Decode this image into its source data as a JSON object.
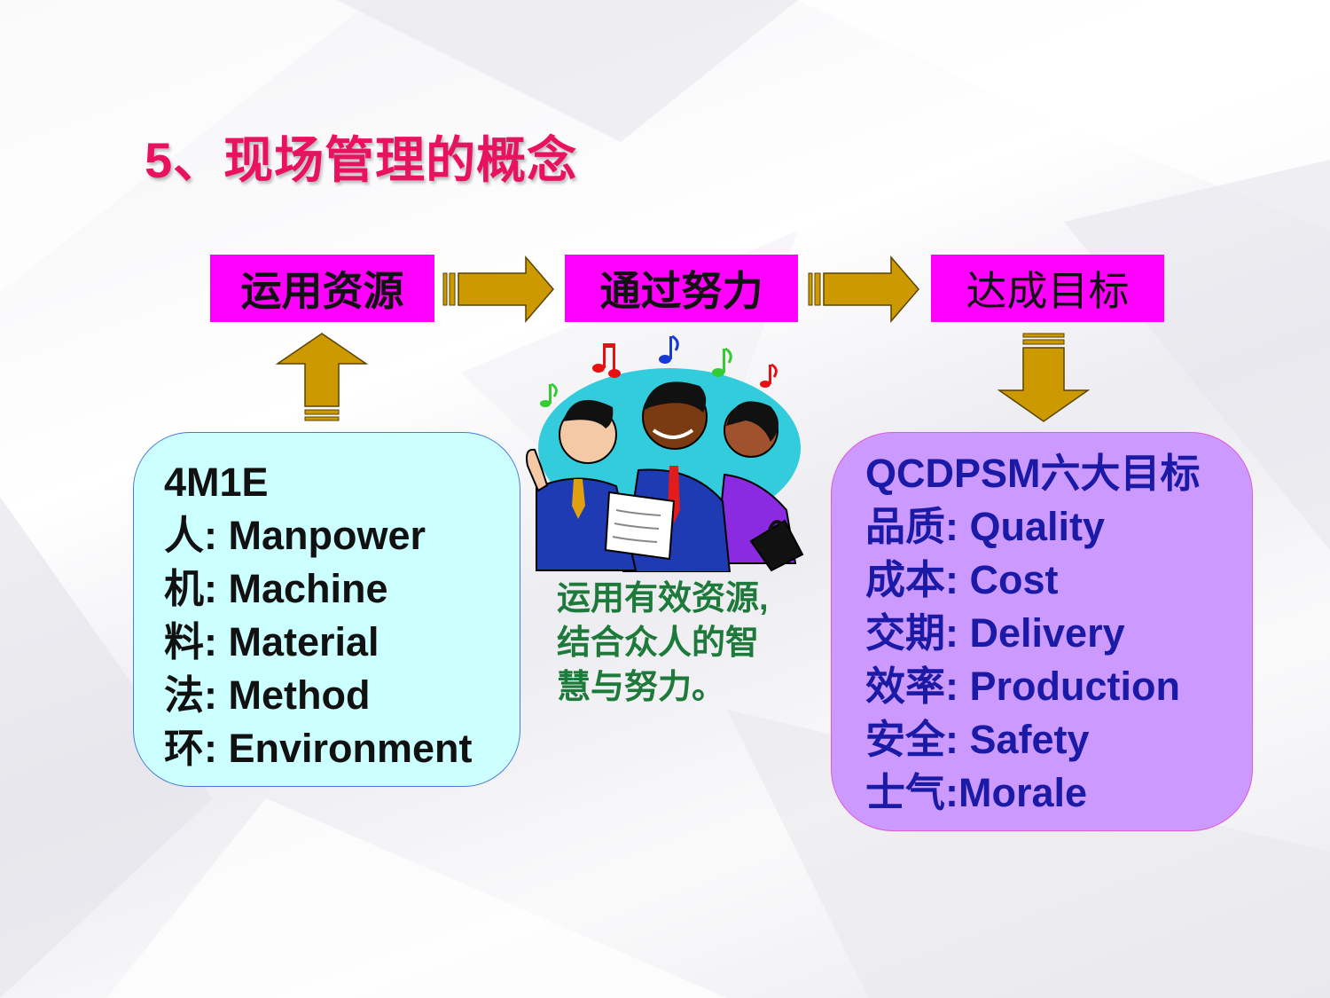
{
  "title": "5、现场管理的概念",
  "flow": {
    "step1": "运用资源",
    "step2": "通过努力",
    "step3": "达成目标"
  },
  "left_panel": {
    "lines": [
      "4M1E",
      "人: Manpower",
      "机: Machine",
      "料: Material",
      "法: Method",
      "环: Environment"
    ]
  },
  "right_panel": {
    "lines": [
      "QCDPSM六大目标",
      "品质: Quality",
      "成本: Cost",
      "交期: Delivery",
      "效率: Production",
      "安全: Safety",
      "士气:Morale"
    ]
  },
  "caption": {
    "lines": [
      "运用有效资源,",
      "结合众人的智",
      "慧与努力。"
    ]
  },
  "colors": {
    "title": "#e8125f",
    "flow_box": "#ff00ff",
    "arrow": "#cc9900",
    "left_panel": "#ccffff",
    "right_panel": "#cc99ff",
    "right_text": "#1a1aa6",
    "caption": "#1e7a3a"
  },
  "icons": [
    "singing-people-illustration",
    "music-note-icon",
    "arrow-right-icon",
    "arrow-up-icon",
    "arrow-down-icon"
  ]
}
